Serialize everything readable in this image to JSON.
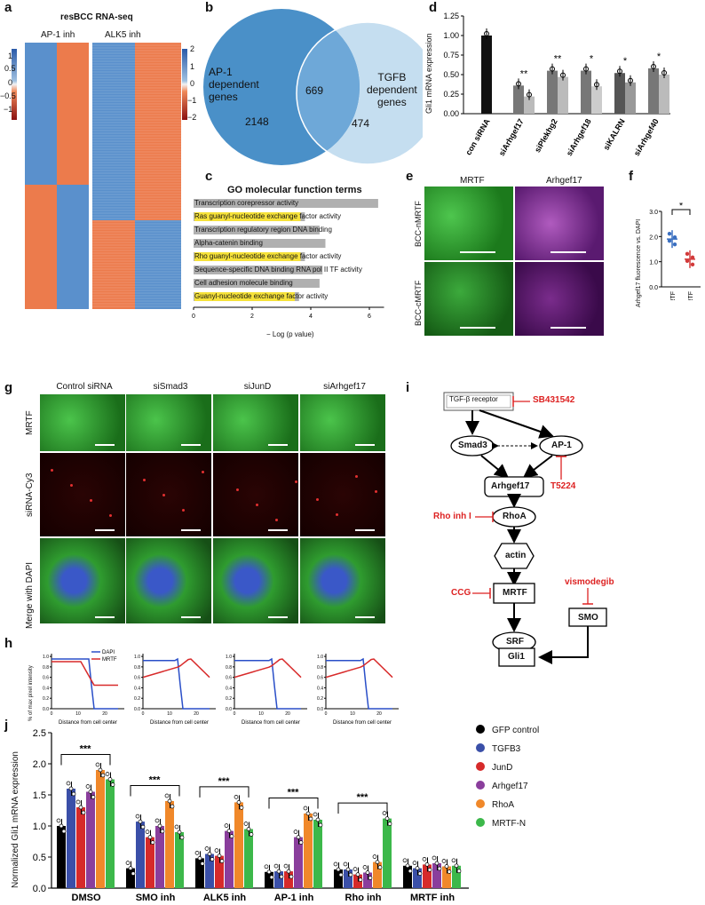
{
  "panels": {
    "a": {
      "label": "a",
      "title": "resBCC RNA-seq",
      "left_group": "AP-1 inh",
      "right_group": "ALK5 inh",
      "scale_left": [
        "1",
        "0.5",
        "0",
        "−0.5",
        "−1"
      ],
      "scale_right": [
        "2",
        "1",
        "0",
        "−1",
        "−2"
      ]
    },
    "b": {
      "label": "b",
      "left_set": "AP-1\ndependent\ngenes",
      "right_set": "TGFB\ndependent\ngenes",
      "left_only": "2148",
      "overlap": "669",
      "right_only": "474"
    },
    "c": {
      "label": "c",
      "title": "GO molecular function terms",
      "xlabel": "− Log (p value)",
      "terms": [
        {
          "name": "Transcription corepressor activity",
          "value": 6.3,
          "highlight": false
        },
        {
          "name": "Ras guanyl-nucleotide exchange factor activity",
          "value": 3.8,
          "highlight": true
        },
        {
          "name": "Transcription regulatory region DNA binding",
          "value": 4.3,
          "highlight": false
        },
        {
          "name": "Alpha-catenin binding",
          "value": 4.5,
          "highlight": false
        },
        {
          "name": "Rho guanyl-nucleotide exchange factor activity",
          "value": 3.8,
          "highlight": true
        },
        {
          "name": "Sequence-specific DNA binding RNA pol II TF activity",
          "value": 4.4,
          "highlight": false
        },
        {
          "name": "Cell adhesion molecule binding",
          "value": 4.3,
          "highlight": false
        },
        {
          "name": "Guanyl-nucleotide exchange factor activity",
          "value": 3.6,
          "highlight": true
        }
      ],
      "ticks": [
        "0",
        "2",
        "4",
        "6"
      ]
    },
    "d": {
      "label": "d",
      "ylabel": "Gli1 mRNA expression",
      "ticks": [
        "0.00",
        "0.25",
        "0.50",
        "0.75",
        "1.00",
        "1.25"
      ]
    },
    "e": {
      "label": "e",
      "col1": "MRTF",
      "col2": "Arhgef17",
      "row1": "BCC-nMRTF",
      "row2": "BCC-cMRTF"
    },
    "f": {
      "label": "f",
      "ylabel": "Arhgef17 fluorescence vs. DAPI",
      "ticks": [
        "0.0",
        "1.0",
        "2.0",
        "3.0"
      ],
      "categories": [
        "nMRTF",
        "cMRTF"
      ],
      "star": "*"
    },
    "g": {
      "label": "g",
      "cols": [
        "Control siRNA",
        "siSmad3",
        "siJunD",
        "siArhgef17"
      ],
      "rows": [
        "MRTF",
        "siRNA-Cy3",
        "Merge with DAPI"
      ]
    },
    "h": {
      "label": "h",
      "ylabel": "% of max pixel intensity",
      "xlabel": "Distance from cell center",
      "legend": [
        "DAPI",
        "MRTF"
      ],
      "yticks": [
        "0.0",
        "0.2",
        "0.4",
        "0.6",
        "0.8",
        "1.0"
      ],
      "xticks": [
        "0",
        "10",
        "20"
      ]
    },
    "i": {
      "label": "i",
      "nodes": {
        "tgf": "TGF-β receptor",
        "smad3": "Smad3",
        "ap1": "AP-1",
        "arhgef17": "Arhgef17",
        "rhoa": "RhoA",
        "actin": "actin",
        "mrtf": "MRTF",
        "srf": "SRF",
        "gli1": "Gli1",
        "smo": "SMO"
      },
      "inhibitors": {
        "sb": "SB431542",
        "t5224": "T5224",
        "rho": "Rho inh I",
        "ccg": "CCG",
        "vismo": "vismodegib"
      }
    },
    "j": {
      "label": "j",
      "ylabel": "Normalized Gli1 mRNA expression",
      "sig": "***",
      "yticks": [
        "0.0",
        "0.5",
        "1.0",
        "1.5",
        "2.0",
        "2.5"
      ],
      "groups": [
        "DMSO",
        "SMO inh",
        "ALK5 inh",
        "AP-1 inh",
        "Rho inh",
        "MRTF inh"
      ],
      "legend": [
        {
          "name": "GFP control",
          "color": "#000000"
        },
        {
          "name": "TGFB3",
          "color": "#3a4fa8"
        },
        {
          "name": "JunD",
          "color": "#d62a2a"
        },
        {
          "name": "Arhgef17",
          "color": "#8a3e9c"
        },
        {
          "name": "RhoA",
          "color": "#f0882a"
        },
        {
          "name": "MRTF-N",
          "color": "#3cb84a"
        }
      ]
    }
  },
  "chart_data": [
    {
      "type": "bar",
      "panel": "d",
      "categories": [
        "con siRNA",
        "siArhgef17",
        "siPlekhg2",
        "siArhgef18",
        "siKALRN",
        "siArhgef40"
      ],
      "series": [
        {
          "values": [
            1.0,
            0.36,
            0.55,
            0.55,
            0.52,
            0.58
          ]
        },
        {
          "values": [
            null,
            0.22,
            0.47,
            0.35,
            0.4,
            0.5
          ]
        }
      ],
      "stars": [
        "",
        "**",
        "**",
        "*",
        "*",
        "*"
      ],
      "ylim": [
        0,
        1.25
      ],
      "ylabel": "Gli1 mRNA expression"
    },
    {
      "type": "scatter",
      "panel": "f",
      "categories": [
        "nMRTF",
        "cMRTF"
      ],
      "means": [
        1.9,
        1.1
      ],
      "ylim": [
        0,
        3
      ]
    },
    {
      "type": "bar",
      "panel": "j",
      "categories": [
        "DMSO",
        "SMO inh",
        "ALK5 inh",
        "AP-1 inh",
        "Rho inh",
        "MRTF inh"
      ],
      "series": [
        {
          "name": "GFP control",
          "values": [
            1.0,
            0.32,
            0.48,
            0.26,
            0.3,
            0.36
          ]
        },
        {
          "name": "TGFB3",
          "values": [
            1.6,
            1.07,
            0.55,
            0.27,
            0.3,
            0.32
          ]
        },
        {
          "name": "JunD",
          "values": [
            1.3,
            0.82,
            0.52,
            0.27,
            0.22,
            0.38
          ]
        },
        {
          "name": "Arhgef17",
          "values": [
            1.55,
            1.0,
            0.92,
            0.82,
            0.25,
            0.4
          ]
        },
        {
          "name": "RhoA",
          "values": [
            1.9,
            1.4,
            1.38,
            1.2,
            0.42,
            0.35
          ]
        },
        {
          "name": "MRTF-N",
          "values": [
            1.75,
            0.9,
            0.95,
            1.1,
            1.12,
            0.36
          ]
        }
      ],
      "ylim": [
        0,
        2.5
      ],
      "ylabel": "Normalized Gli1 mRNA expression"
    }
  ]
}
